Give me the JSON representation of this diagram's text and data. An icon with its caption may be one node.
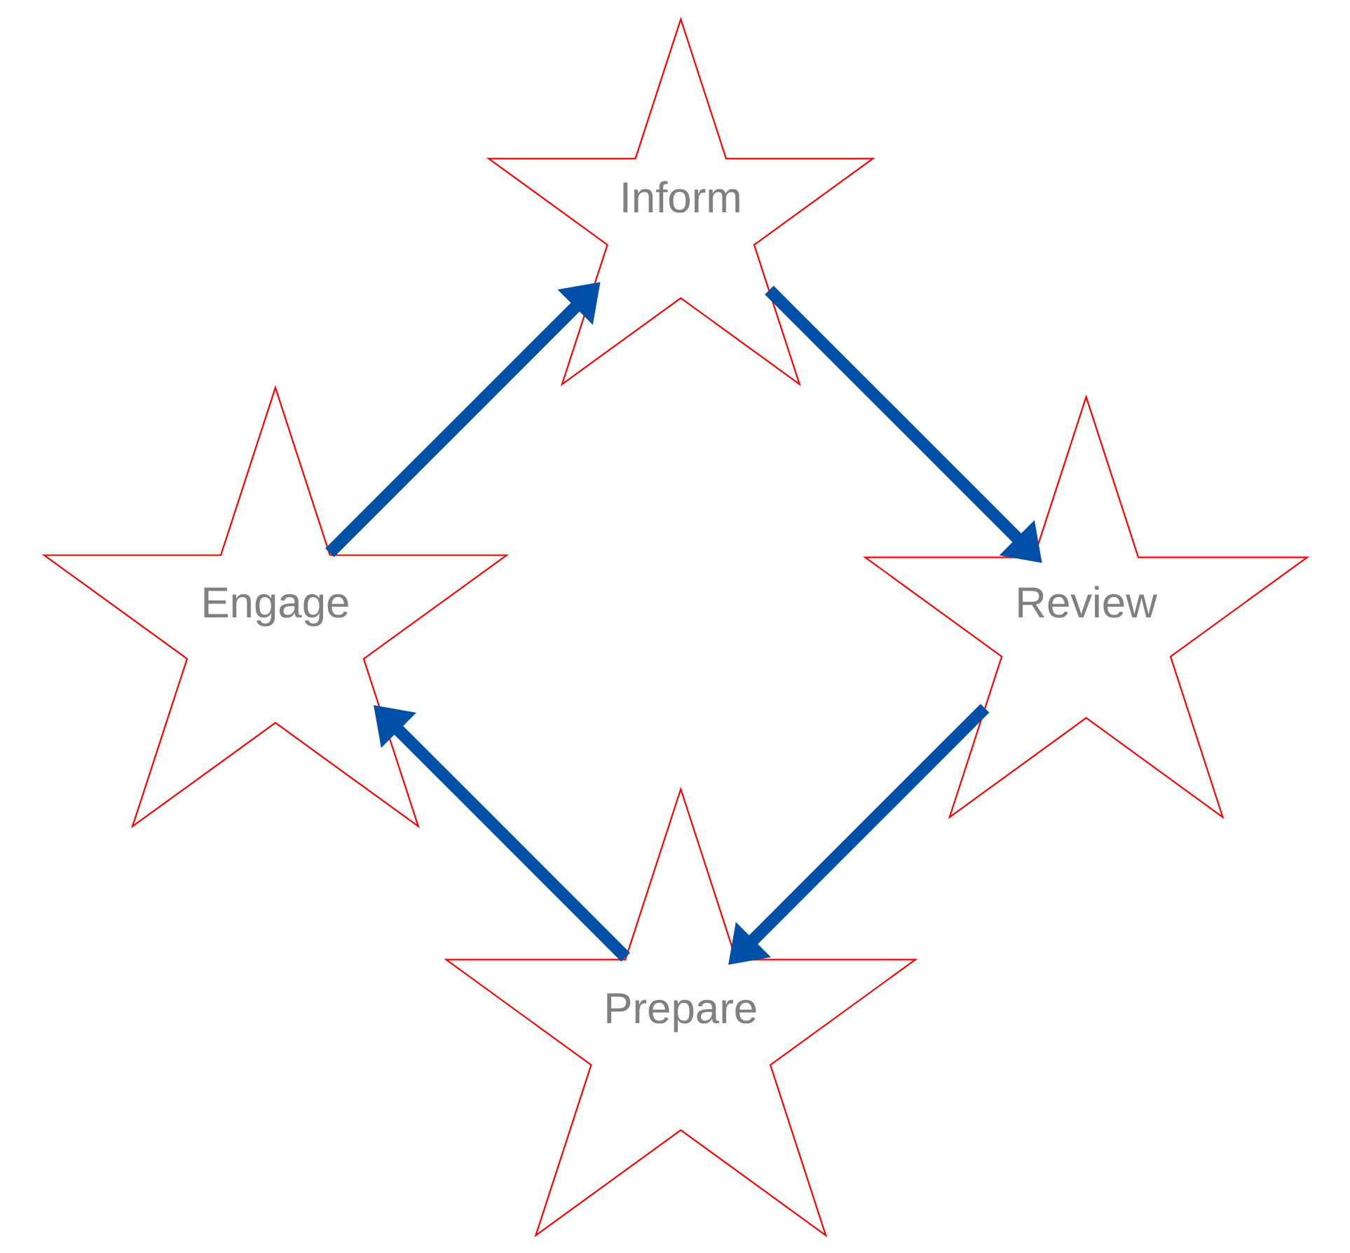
{
  "diagram": {
    "nodes": [
      {
        "text": [
          "Prepare"
        ]
      },
      {
        "text": [
          "Engage"
        ]
      },
      {
        "text": [
          "Inform"
        ]
      },
      {
        "text": [
          "Review"
        ]
      }
    ],
    "edges": [
      {
        "from": 0,
        "to": 1,
        "arrow": "to"
      },
      {
        "from": 1,
        "to": 2,
        "arrow": "to"
      },
      {
        "from": 2,
        "to": 3,
        "arrow": "to"
      },
      {
        "from": 3,
        "to": 0,
        "arrow": "to"
      }
    ]
  }
}
